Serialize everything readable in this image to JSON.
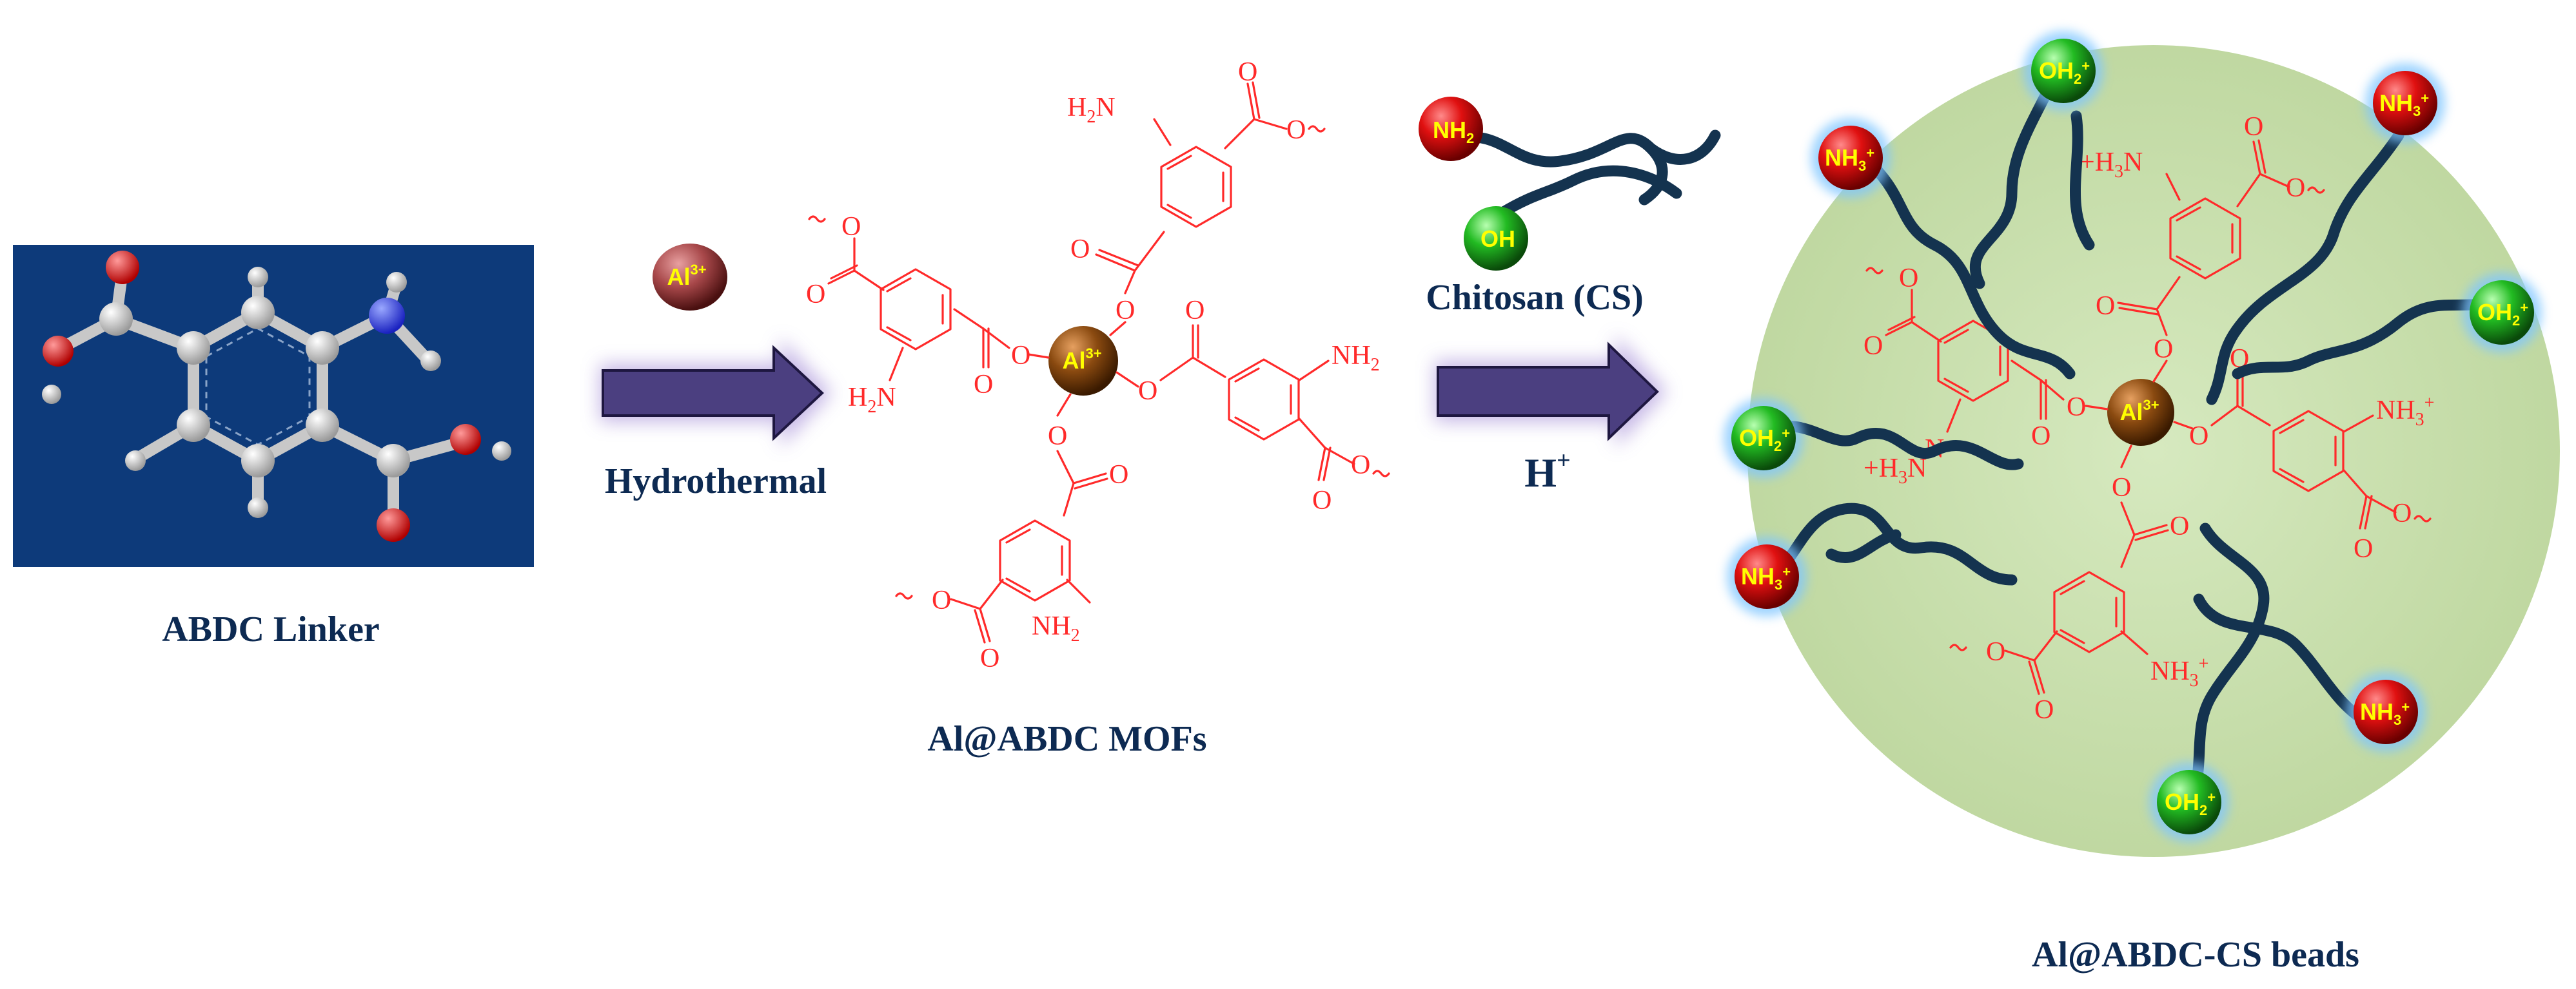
{
  "labels": {
    "linker": "ABDC Linker",
    "mofs": "Al@ABDC MOFs",
    "beads": "Al@ABDC-CS beads",
    "chitosan": "Chitosan (CS)",
    "hydrothermal": "Hydrothermal",
    "acid": "H",
    "acid_sup": "+"
  },
  "metal": {
    "symbol": "Al",
    "charge": "3+"
  },
  "groups": {
    "amine": "NH",
    "amine_sub": "2",
    "ammonium": "NH",
    "ammonium_sub": "3",
    "ammonium_sup": "+",
    "ammonium_prefix": "+",
    "hydroxyl": "OH",
    "hydroxyl_protonated": "OH",
    "hydroxyl_protonated_sub": "2",
    "hydroxyl_protonated_sup": "+",
    "amine_left": "H",
    "amine_left_sub": "2",
    "amine_left_tail": "N",
    "ammonium_left_pre": "+",
    "ammonium_left": "H",
    "ammonium_left_sub": "3",
    "ammonium_left_tail": "N",
    "oxygen": "O"
  },
  "colors": {
    "label": "#0d2a52",
    "structure": "#ff2a2a",
    "arrow": "#4b3f80",
    "arrow_glow": "#b8a6e0",
    "bead": "#c4dca6",
    "chain": "#14334f",
    "ammonium_ball": "#e01010",
    "hydroxyl_ball": "#22bb22",
    "metal_ball": "#8a4a10",
    "linker_bg": "#0d3a7a"
  }
}
